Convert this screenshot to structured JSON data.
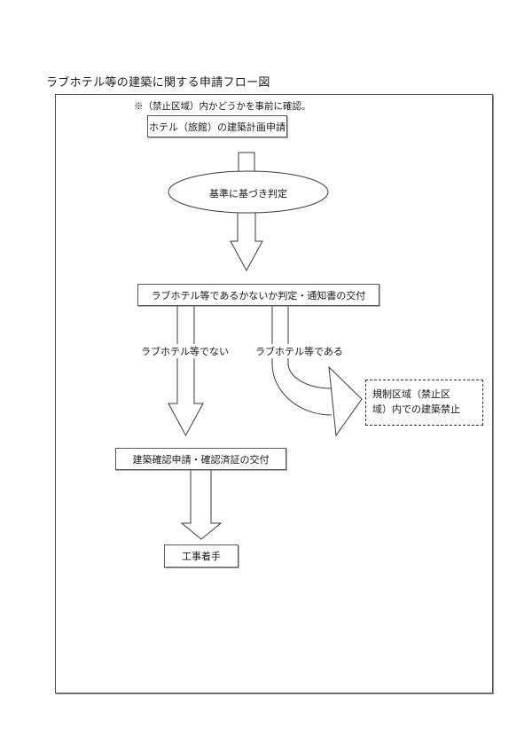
{
  "page": {
    "title": "ラブホテル等の建築に関する申請フロー図"
  },
  "flow": {
    "note": "※（禁止区域）内かどうかを事前に確認。",
    "start_box": "ホテル（旅館）の建築計画申請",
    "decision_ellipse": "基準に基づき判定",
    "judgment_box": "ラブホテル等であるかないか判定・通知書の交付",
    "branch_left_label": "ラブホテル等でない",
    "branch_right_label": "ラブホテル等である",
    "prohibited_box_line1": "規制区域（禁止区",
    "prohibited_box_line2": "域）内での建築禁止",
    "confirmation_box": "建築確認申請・確認済証の交付",
    "start_construction_box": "工事着手",
    "colors": {
      "line": "#3a3a3a",
      "box_border": "#585858",
      "text": "#1a1a1a"
    }
  }
}
